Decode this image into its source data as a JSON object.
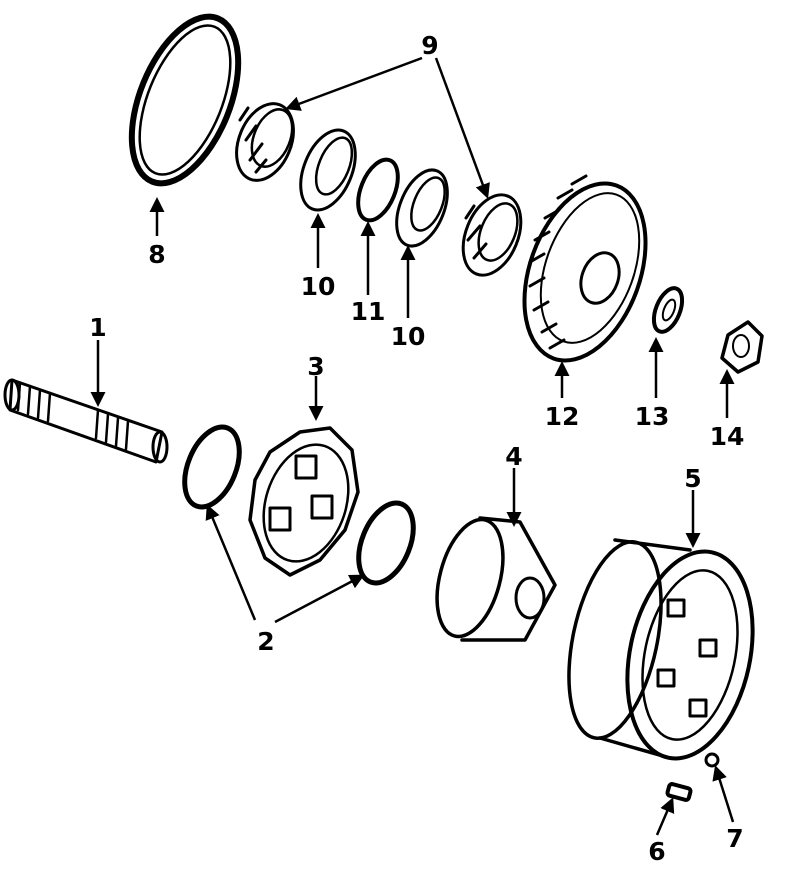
{
  "diagram": {
    "callouts": [
      {
        "key": "c1",
        "label": "1"
      },
      {
        "key": "c2",
        "label": "2"
      },
      {
        "key": "c3",
        "label": "3"
      },
      {
        "key": "c4",
        "label": "4"
      },
      {
        "key": "c5",
        "label": "5"
      },
      {
        "key": "c6",
        "label": "6"
      },
      {
        "key": "c7",
        "label": "7"
      },
      {
        "key": "c8",
        "label": "8"
      },
      {
        "key": "c9",
        "label": "9"
      },
      {
        "key": "c10a",
        "label": "10"
      },
      {
        "key": "c10b",
        "label": "10"
      },
      {
        "key": "c11",
        "label": "11"
      },
      {
        "key": "c12",
        "label": "12"
      },
      {
        "key": "c13",
        "label": "13"
      },
      {
        "key": "c14",
        "label": "14"
      }
    ]
  }
}
